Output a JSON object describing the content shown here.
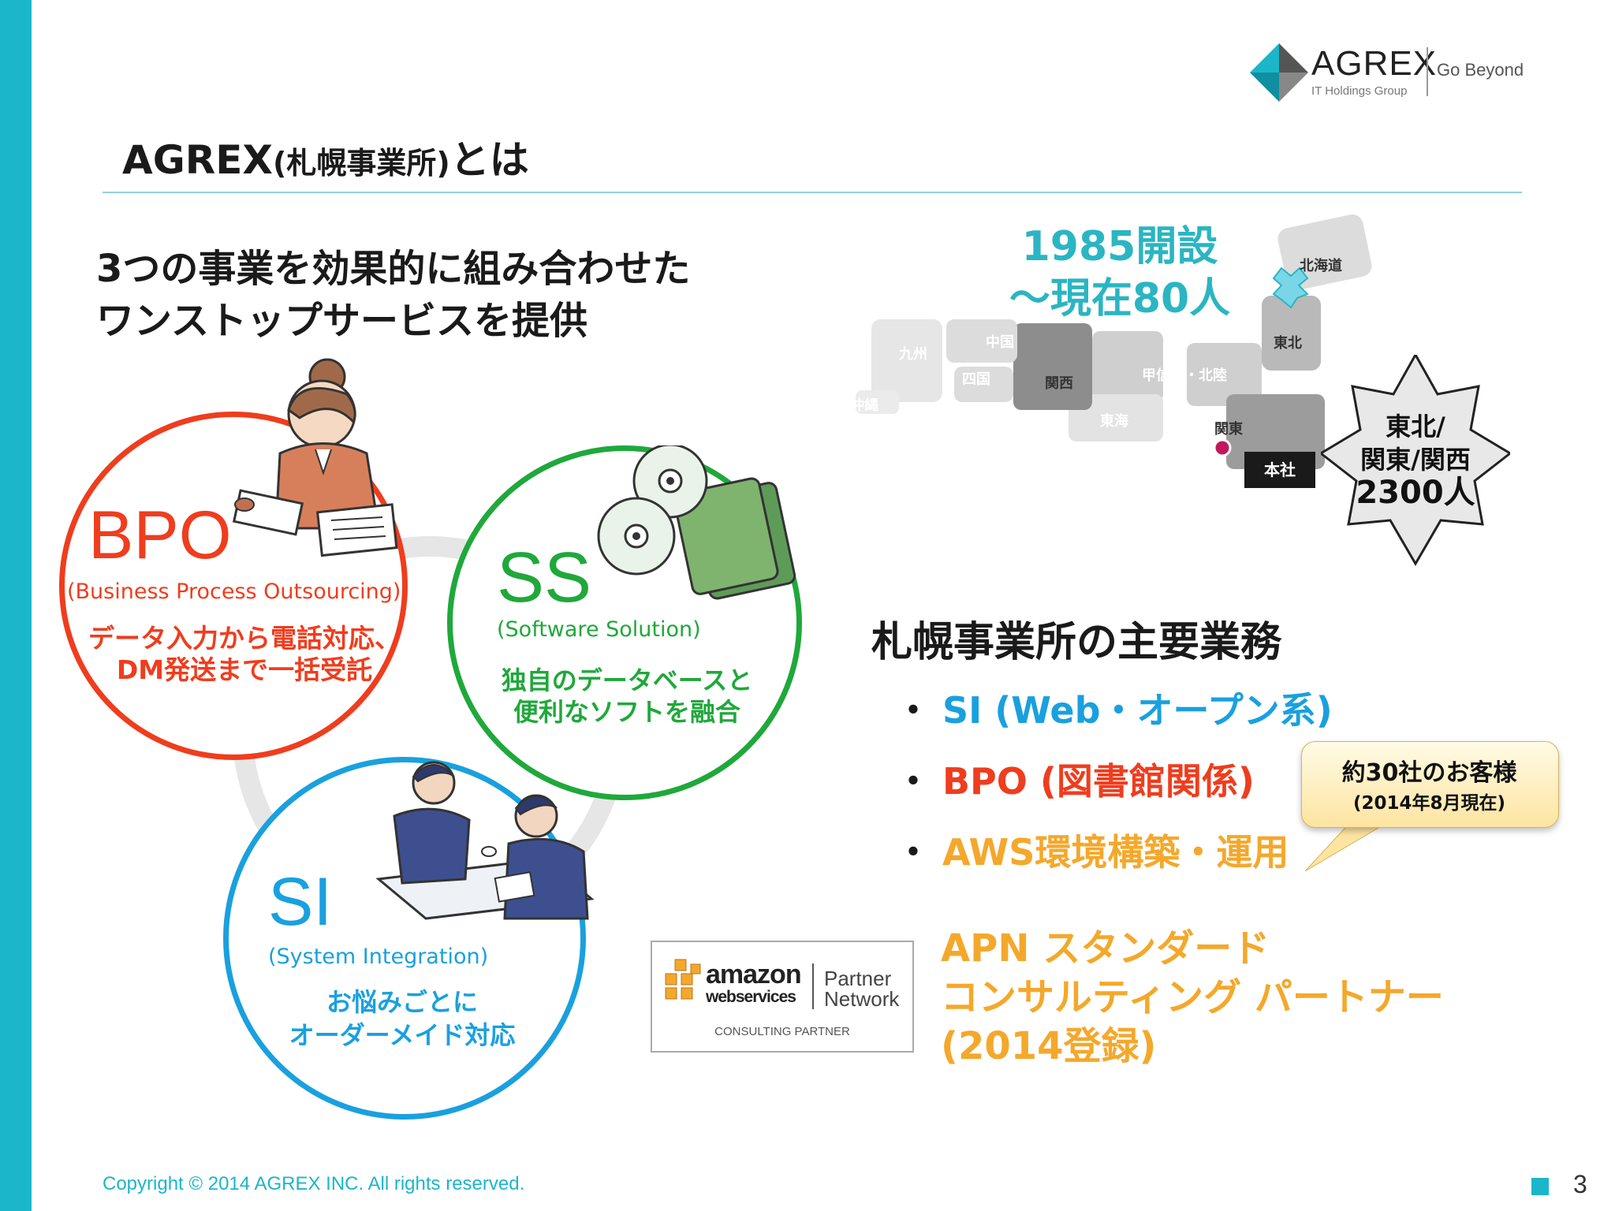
{
  "logo": {
    "wordmark": "AGREX",
    "subtitle": "IT Holdings Group",
    "tagline": "Go Beyond"
  },
  "title": {
    "main": "AGREX",
    "paren": "(札幌事業所)",
    "suffix": "とは"
  },
  "lead": {
    "line1": "3つの事業を効果的に組み合わせた",
    "line2": "ワンストップサービスを提供"
  },
  "services": {
    "bpo": {
      "code": "BPO",
      "name": "(Business Process Outsourcing)",
      "desc1": "データ入力から電話対応、",
      "desc2": "DM発送まで一括受託"
    },
    "ss": {
      "code": "SS",
      "name": "(Software Solution)",
      "desc1": "独自のデータベースと",
      "desc2": "便利なソフトを融合"
    },
    "si": {
      "code": "SI",
      "name": "(System Integration)",
      "desc1": "お悩みごとに",
      "desc2": "オーダーメイド対応"
    }
  },
  "founded": {
    "line1": "1985開設",
    "line2": "～現在80人"
  },
  "map": {
    "regions": [
      "北海道",
      "東北",
      "関東",
      "甲信越・北陸",
      "東海",
      "関西",
      "中国",
      "四国",
      "九州",
      "沖縄"
    ],
    "hq_label": "本社"
  },
  "staff_badge": {
    "line1": "東北/",
    "line2": "関東/関西",
    "line3": "2300人"
  },
  "ops": {
    "title": "札幌事業所の主要業務",
    "bullet_mark": "・",
    "items": [
      "SI (Web・オープン系)",
      "BPO (図書館関係)",
      "AWS環境構築・運用"
    ]
  },
  "callout": {
    "line1": "約30社のお客様",
    "line2": "(2014年8月現在)"
  },
  "aws": {
    "amazon": "amazon",
    "webservices": "webservices",
    "partner1": "Partner",
    "partner2": "Network",
    "consulting": "CONSULTING PARTNER"
  },
  "apn": {
    "line1": "APN スタンダード",
    "line2": "コンサルティング パートナー",
    "line3": "(2014登録)"
  },
  "footer": {
    "copyright": "Copyright © 2014 AGREX INC. All rights reserved.",
    "page": "3"
  },
  "colors": {
    "accent_teal": "#1bb6c9",
    "bpo_red": "#ef3d1e",
    "ss_green": "#20a83b",
    "si_blue": "#1aa0df",
    "aws_orange": "#f4a82b"
  }
}
